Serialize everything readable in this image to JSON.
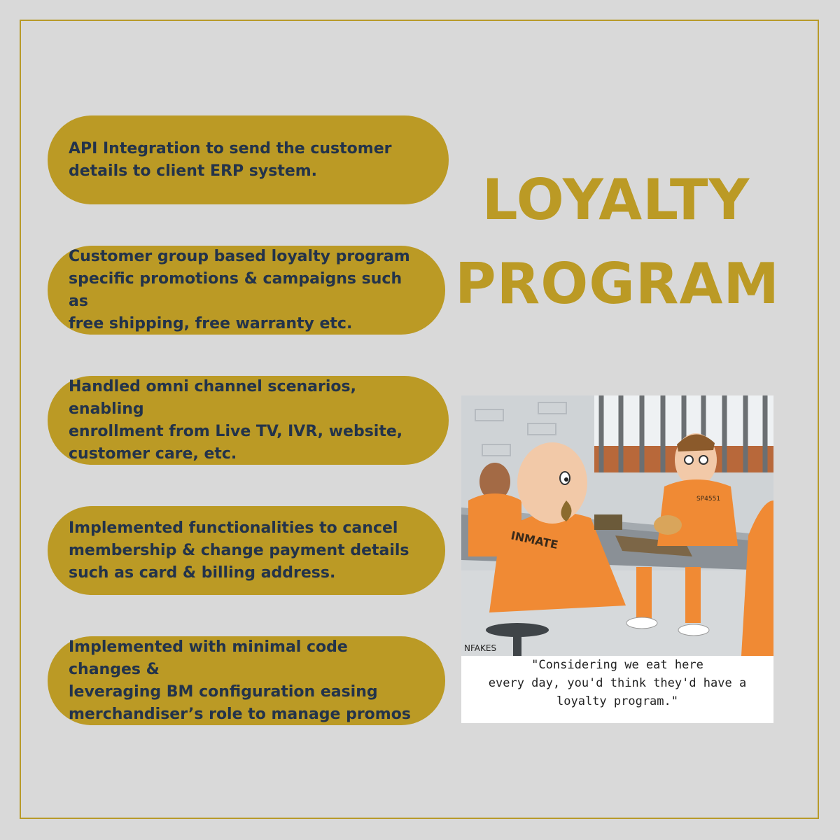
{
  "title": {
    "line1": "LOYALTY",
    "line2": "PROGRAM"
  },
  "features": [
    {
      "lines": [
        "API Integration to send the customer",
        "details to client ERP system."
      ]
    },
    {
      "lines": [
        "Customer group based loyalty program",
        "specific promotions & campaigns such as",
        "free shipping, free warranty etc."
      ]
    },
    {
      "lines": [
        "Handled omni channel scenarios, enabling",
        "enrollment from Live TV, IVR, website,",
        "customer care, etc."
      ]
    },
    {
      "lines": [
        "Implemented functionalities to cancel",
        "membership & change payment details",
        "such as card & billing address."
      ]
    },
    {
      "lines": [
        "Implemented with minimal code changes &",
        "leveraging BM configuration easing",
        "merchandiser’s role to manage promos"
      ]
    }
  ],
  "comic": {
    "shirt_text": "INMATE",
    "badge_text": "SP4551",
    "signature": "NFAKES",
    "caption_lines": [
      "\"Considering we eat here",
      "every day, you'd think they'd have a",
      "loyalty program.\""
    ]
  },
  "colors": {
    "background": "#d9d9d9",
    "accent_gold": "#bb9a25",
    "text_navy": "#23334a",
    "uniform_orange": "#f08a34"
  }
}
